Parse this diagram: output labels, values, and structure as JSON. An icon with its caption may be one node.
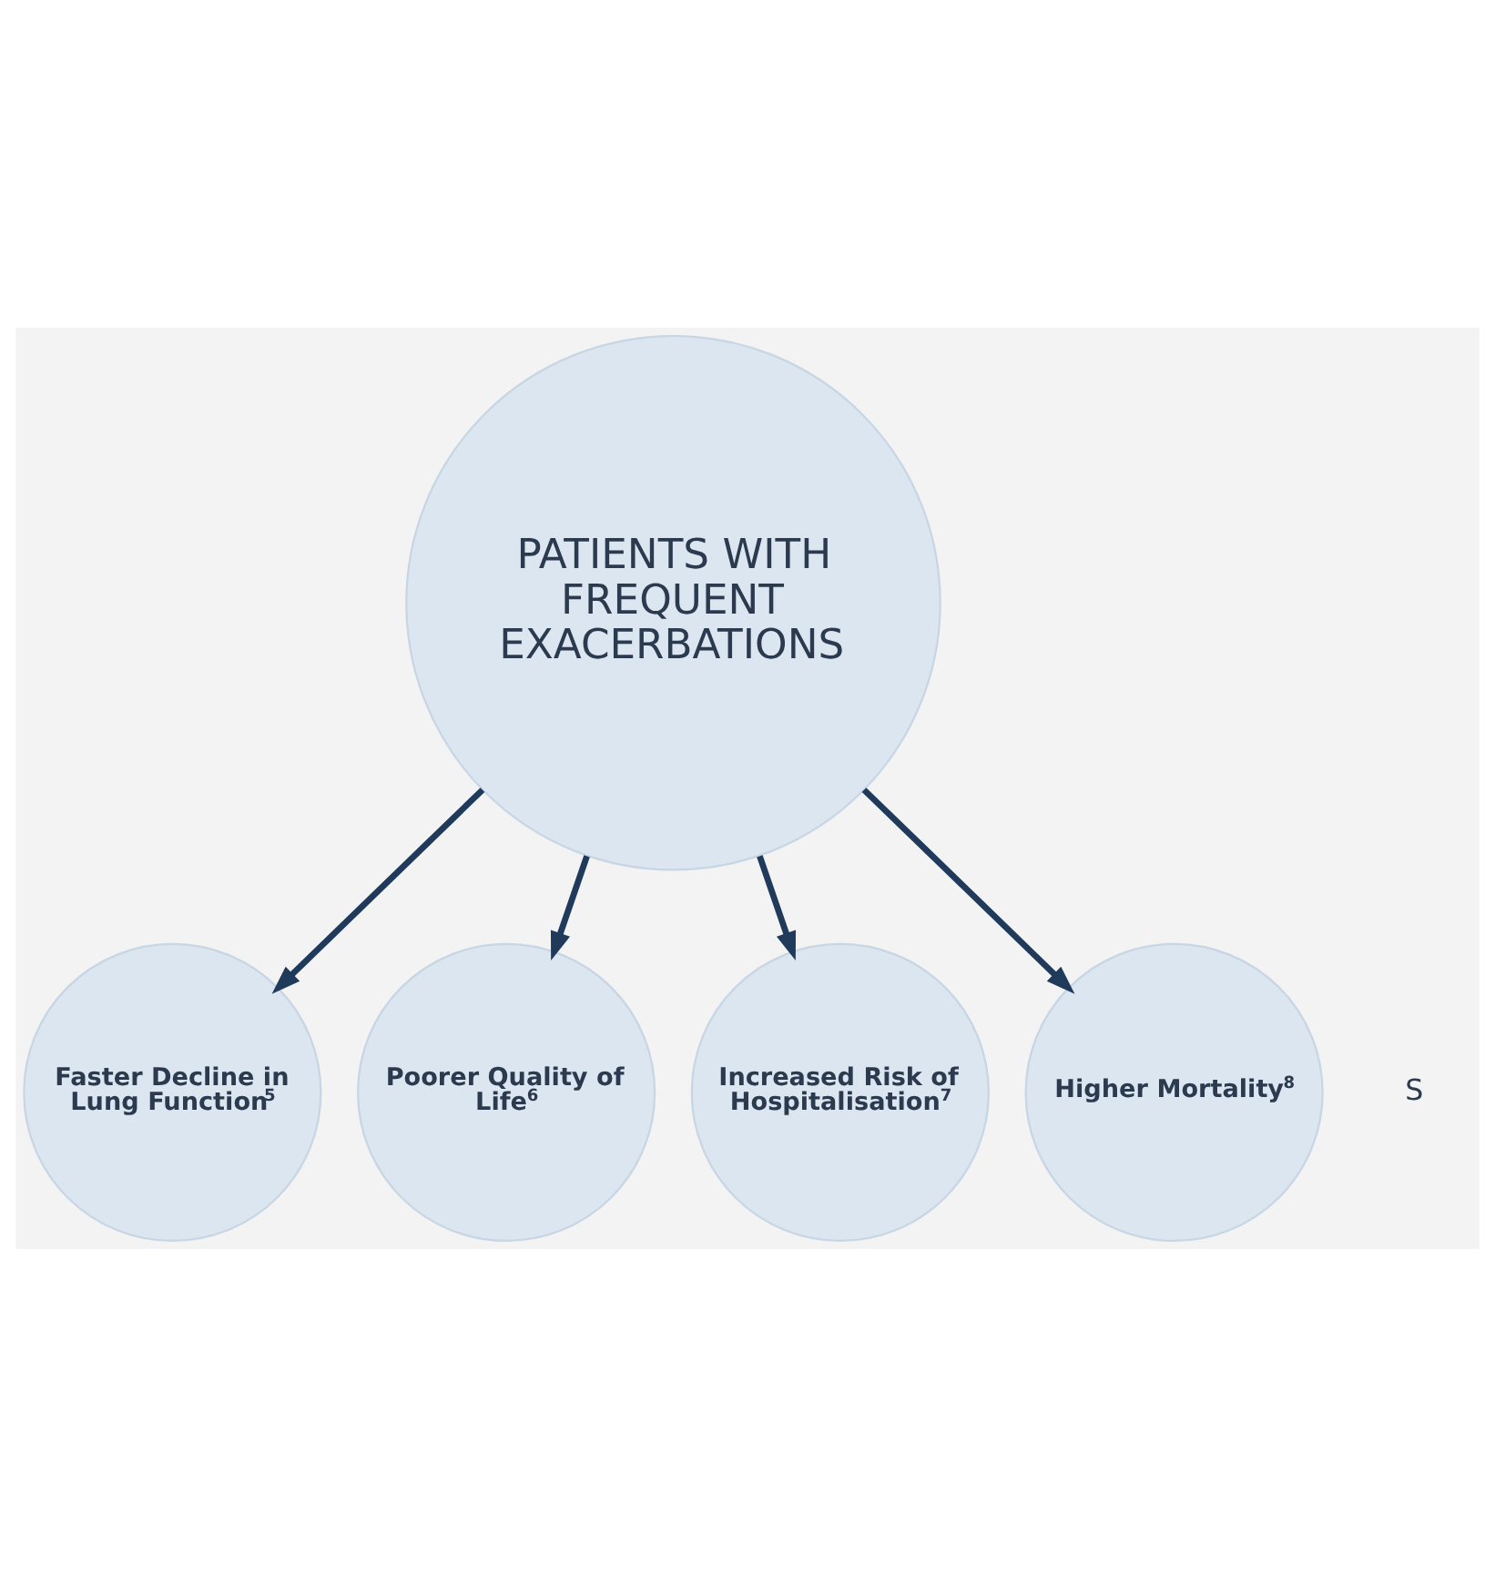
{
  "diagram": {
    "nodes": [
      {
        "text": [
          "PATIENTS WITH FREQUENT EXACERBATIONS"
        ]
      },
      {
        "text": [
          "Faster Decline in Lung Function$^{5}$"
        ]
      },
      {
        "text": [
          "Poorer Quality of Life$^{6}$"
        ]
      },
      {
        "text": [
          "Increased Risk of Hospitalisation$^{7}$"
        ]
      },
      {
        "text": [
          "Higher Mortality$^{8}$"
        ]
      }
    ],
    "edges": [
      {
        "from": 0,
        "to": 1,
        "arrow": "to"
      },
      {
        "from": 0,
        "to": 2,
        "arrow": "to"
      },
      {
        "from": 0,
        "to": 3,
        "arrow": "to"
      },
      {
        "from": 0,
        "to": 4,
        "arrow": "to"
      }
    ],
    "labels": [
      "S"
    ]
  }
}
